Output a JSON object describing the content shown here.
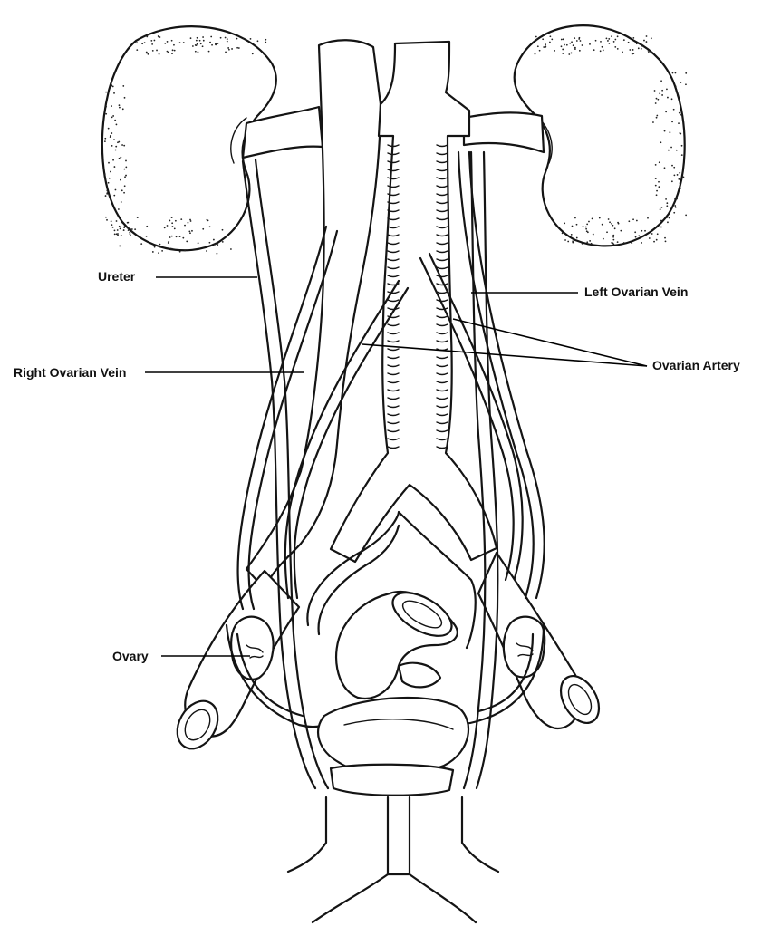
{
  "labels": {
    "ureter": "Ureter",
    "left_ovarian_vein": "Left Ovarian Vein",
    "ovarian_artery": "Ovarian Artery",
    "right_ovarian_vein": "Right Ovarian Vein",
    "ovary": "Ovary"
  }
}
